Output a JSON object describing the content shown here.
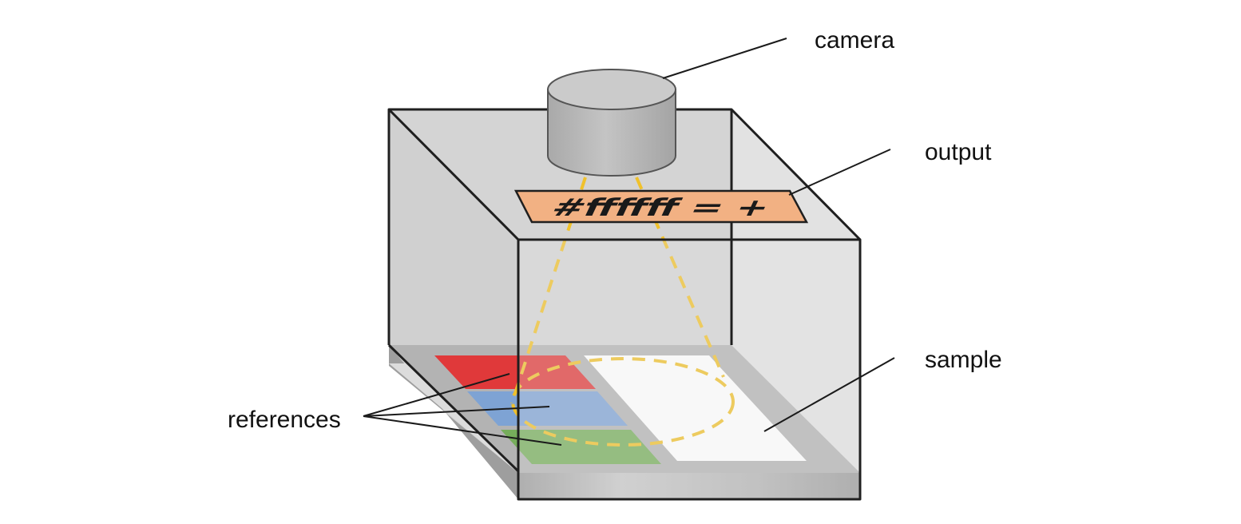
{
  "labels": {
    "camera": "camera",
    "output": "output",
    "sample": "sample",
    "references": "references"
  },
  "output_display": {
    "text": "#ffffff = +"
  },
  "colors": {
    "box_glass": "#d6d6d6",
    "box_floor": "#b4b4b4",
    "camera_body": "#b8b8b8",
    "output_panel": "#f2b183",
    "reference_red": "#e0393a",
    "reference_blue": "#7ea3d4",
    "reference_green": "#76ad5b",
    "sample_sheet": "#ffffff",
    "field_of_view": "#f0c12b"
  }
}
